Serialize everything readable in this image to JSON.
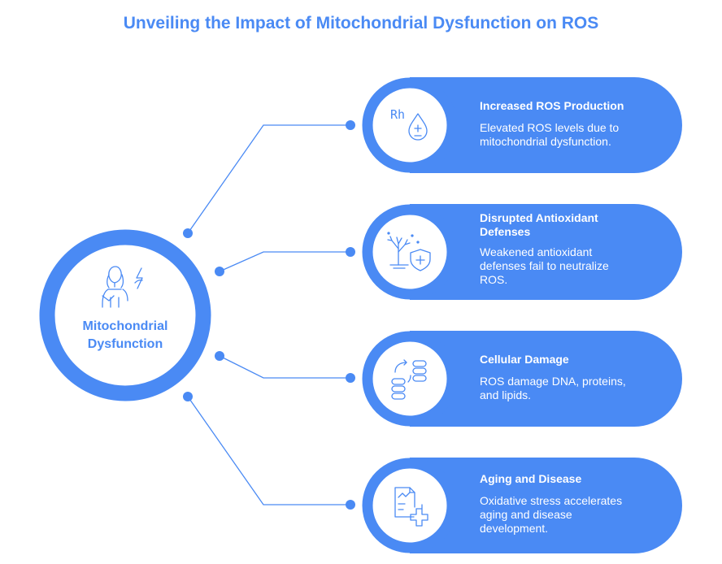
{
  "title": "Unveiling the Impact of Mitochondrial Dysfunction on ROS",
  "center": {
    "label_line1": "Mitochondrial",
    "label_line2": "Dysfunction",
    "icon": "person-lightning-icon"
  },
  "colors": {
    "primary": "#4a8af4",
    "line": "#4a8af4",
    "text_on_primary": "#ffffff"
  },
  "items": [
    {
      "title": "Increased ROS Production",
      "description": "Elevated ROS levels due to mitochondrial dysfunction.",
      "icon": "rh-drop-icon",
      "icon_text": "Rh"
    },
    {
      "title": "Disrupted Antioxidant Defenses",
      "description": "Weakened antioxidant defenses fail to neutralize ROS.",
      "icon": "tree-shield-icon"
    },
    {
      "title": "Cellular Damage",
      "description": "ROS damage DNA, proteins, and lipids.",
      "icon": "database-transfer-icon"
    },
    {
      "title": "Aging and Disease",
      "description": "Oxidative stress accelerates aging and disease development.",
      "icon": "medical-report-icon"
    }
  ]
}
